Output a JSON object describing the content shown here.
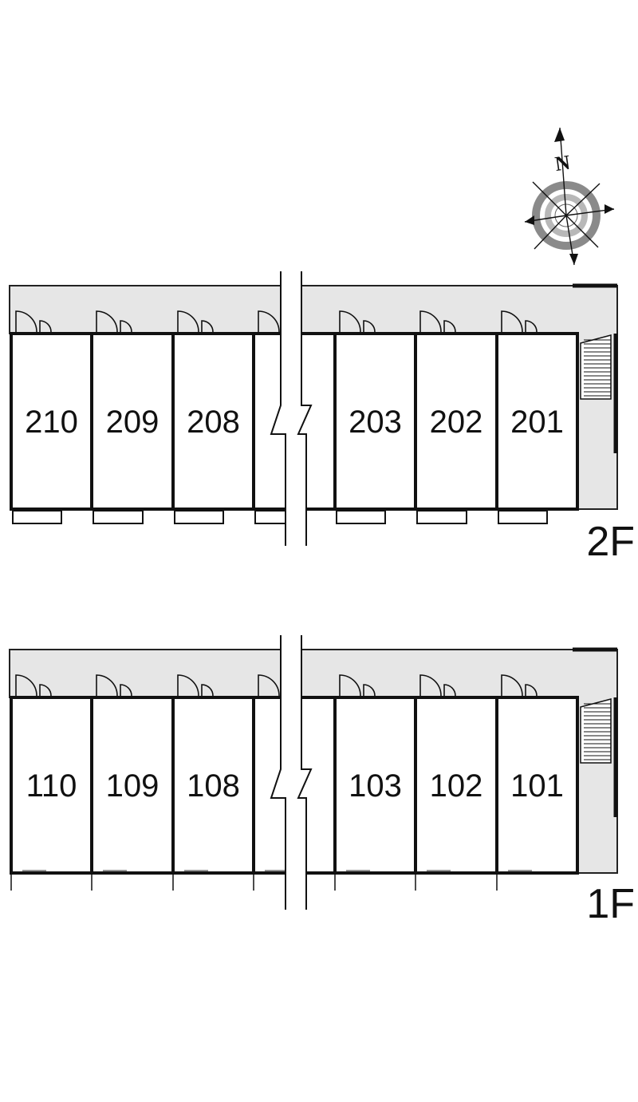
{
  "compass": {
    "north_label": "N",
    "icon": "compass-rose-icon"
  },
  "floors": [
    {
      "key": "2f",
      "label": "2F",
      "units": [
        "210",
        "209",
        "208",
        "",
        "203",
        "202",
        "201"
      ],
      "has_balconies": true
    },
    {
      "key": "1f",
      "label": "1F",
      "units": [
        "110",
        "109",
        "108",
        "",
        "103",
        "102",
        "101"
      ],
      "has_balconies": false
    }
  ],
  "colors": {
    "corridor": "#e6e6e6",
    "wall": "#111111",
    "break_fill": "#ffffff"
  }
}
